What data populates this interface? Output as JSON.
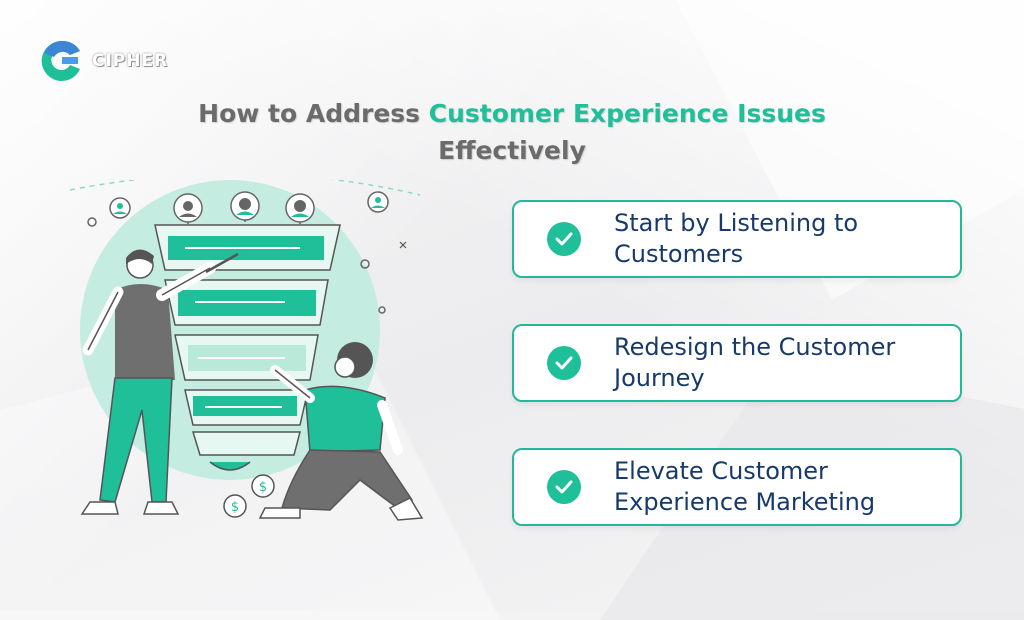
{
  "brand": {
    "name": "CIPHER"
  },
  "title": {
    "part1": "How to Address ",
    "accent": "Customer Experience Issues",
    "line2": "Effectively"
  },
  "steps": [
    {
      "label": "Start by Listening to Customers"
    },
    {
      "label": "Redesign the Customer Journey"
    },
    {
      "label": "Elevate Customer Experience Marketing"
    }
  ],
  "colors": {
    "accent": "#1fbf9a",
    "text_dark": "#173a6b",
    "title_gray": "#6b6b6b",
    "figure_gray": "#6f6f6f"
  },
  "icons": [
    "check-icon",
    "dollar-icon",
    "user-avatar-icon"
  ]
}
